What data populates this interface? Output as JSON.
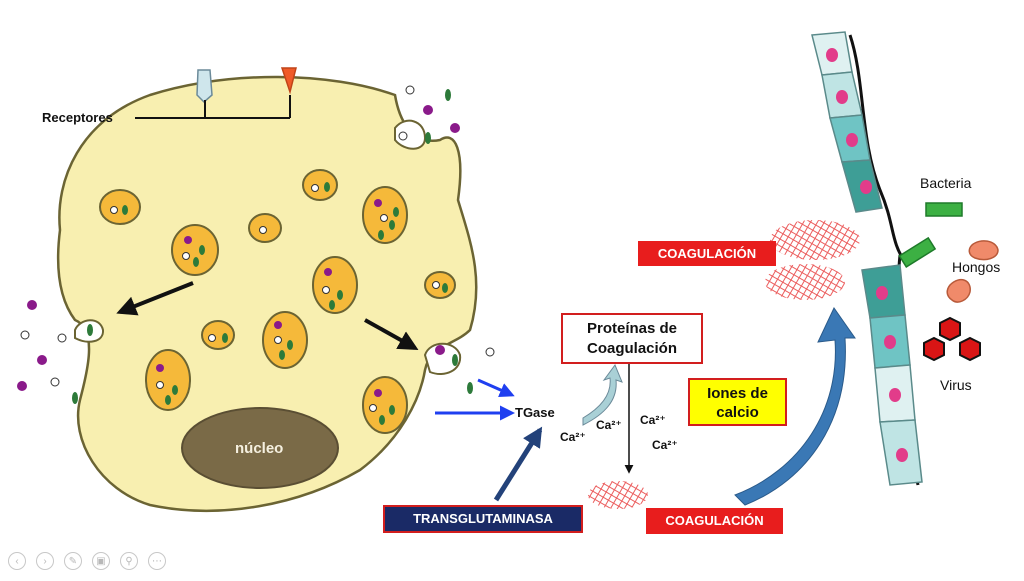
{
  "labels": {
    "receptores": "Receptores",
    "nucleo": "núcleo",
    "tgase": "TGase",
    "proteinas": "Proteínas de Coagulación",
    "iones": "Iones de calcio",
    "coagulacion_top": "COAGULACIÓN",
    "coagulacion_bottom": "COAGULACIÓN",
    "transglutaminasa": "TRANSGLUTAMINASA",
    "bacteria": "Bacteria",
    "hongos": "Hongos",
    "virus": "Virus"
  },
  "calcium_ions": [
    "Ca²⁺",
    "Ca²⁺",
    "Ca²⁺",
    "Ca²⁺"
  ],
  "colors": {
    "cell_fill": "#f8efb0",
    "cell_stroke": "#6b6433",
    "granule_fill": "#f5b93a",
    "nucleus_fill": "#7a6a47",
    "arrow_blue": "#1f3ff0",
    "coag_red": "#e81d1d",
    "transglut_navy": "#1a2a66",
    "iones_yellow": "#ffff00",
    "bacteria_green": "#3cb043",
    "virus_red": "#d91515",
    "hongos_salmon": "#f08a6a",
    "epithelium_teal": "#6fc4c4"
  },
  "controls": [
    "prev-icon",
    "next-icon",
    "pen-icon",
    "slides-icon",
    "zoom-icon",
    "more-icon"
  ]
}
